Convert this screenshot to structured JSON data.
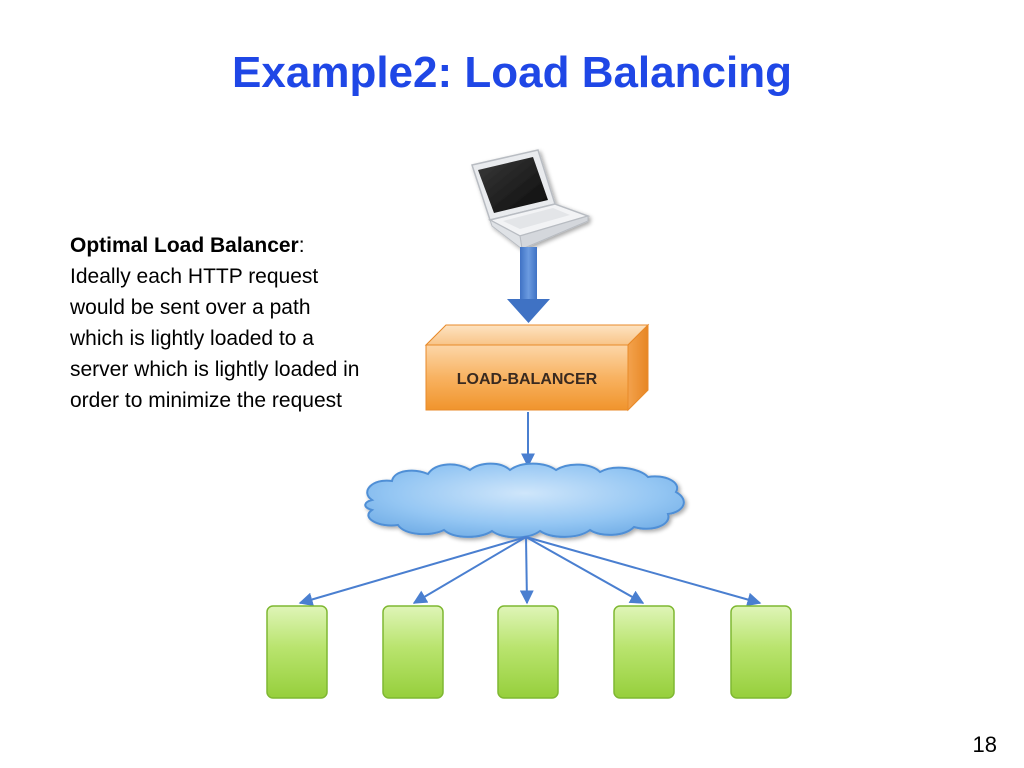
{
  "slide": {
    "title": "Example2: Load Balancing",
    "page_number": "18"
  },
  "description": {
    "lead": "Optimal Load Balancer",
    "separator": ":",
    "body": "Ideally each HTTP request would be sent over a path which is lightly loaded to a server which is lightly loaded in order to minimize the request"
  },
  "diagram": {
    "client_icon": "laptop-icon",
    "load_balancer_label": "LOAD-BALANCER",
    "network_icon": "cloud-icon",
    "server_count": 5,
    "colors": {
      "title": "#1f47e6",
      "arrow": "#4a7fd0",
      "load_balancer": "#f7a54e",
      "cloud": "#7bb5ee",
      "server": "#a6d94f"
    }
  }
}
